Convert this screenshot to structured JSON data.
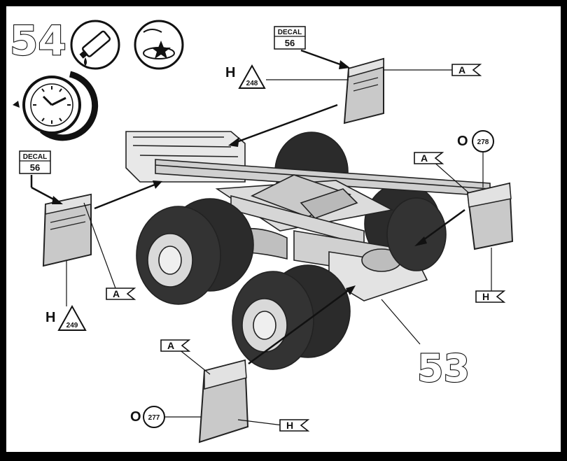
{
  "step": {
    "number": "54",
    "callout_number": "53"
  },
  "icons": {
    "glue": "glue-tube-icon",
    "decal_water": "decal-water-icon",
    "clock": "clock-icon"
  },
  "decals": {
    "top": {
      "title": "DECAL",
      "number": "56"
    },
    "left": {
      "title": "DECAL",
      "number": "56"
    }
  },
  "labels": {
    "h_top": {
      "letter": "H",
      "number": "248"
    },
    "h_left": {
      "letter": "H",
      "number": "249"
    },
    "o_right": {
      "letter": "O",
      "number": "278"
    },
    "o_bottom": {
      "letter": "O",
      "number": "277"
    },
    "a_top": "A",
    "a_left": "A",
    "a_right": "A",
    "a_bottom": "A",
    "h_tag_right": "H",
    "h_tag_bottom": "H"
  },
  "colors": {
    "frame": "#000000",
    "panel": "#ffffff",
    "part_fill": "#c9c9c9",
    "tire": "#2b2b2b"
  }
}
